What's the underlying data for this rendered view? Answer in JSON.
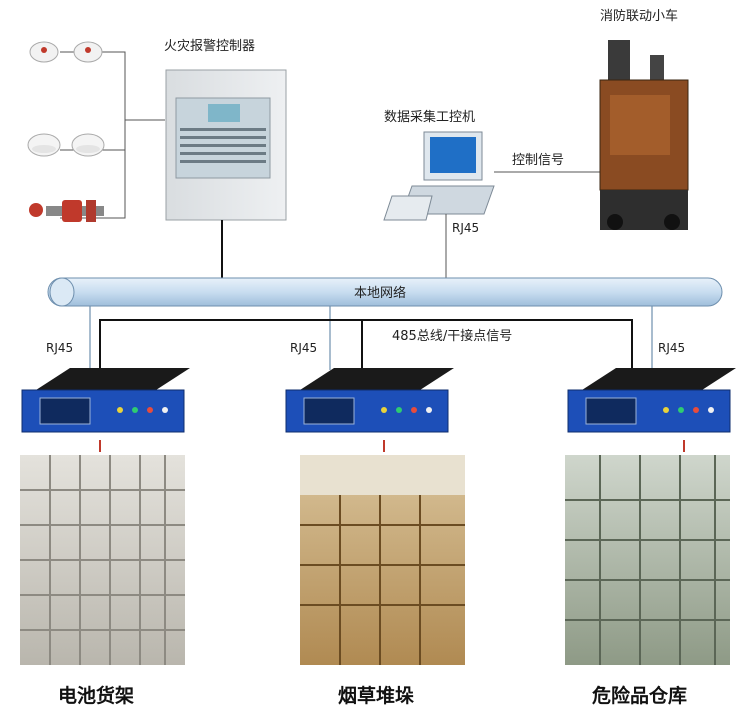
{
  "labels": {
    "fire_panel": "火灾报警控制器",
    "cart": "消防联动小车",
    "ipc": "数据采集工控机",
    "control_signal": "控制信号",
    "rj45_ipc": "RJ45",
    "network": "本地网络",
    "rj45_left": "RJ45",
    "rj45_mid": "RJ45",
    "rj45_right": "RJ45",
    "bus": "485总线/干接点信号"
  },
  "warehouses": [
    {
      "name": "电池货架"
    },
    {
      "name": "烟草堆垛"
    },
    {
      "name": "危险品仓库"
    }
  ],
  "colors": {
    "network_pipe": "#cfe2f3",
    "device_blue": "#1d4fb8",
    "alarm_red": "#c0392b"
  }
}
